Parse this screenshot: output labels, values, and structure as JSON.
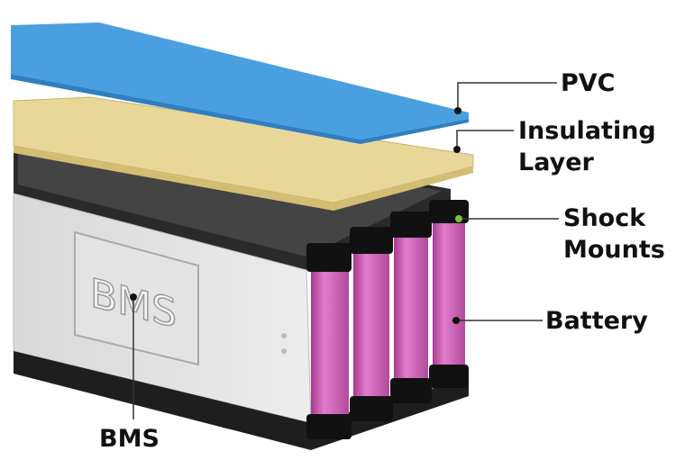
{
  "labels": {
    "pvc": "PVC",
    "insulating_line1": "Insulating",
    "insulating_line2": "Layer",
    "shock_line1": "Shock",
    "shock_line2": "Mounts",
    "battery": "Battery",
    "bms": "BMS"
  },
  "bms_board_text": "BMS",
  "colors": {
    "pvc": "#4a9fe0",
    "insulating": "#e9d79a",
    "battery": "#d060b8",
    "mounts": "#1a1a1a",
    "shock_dot": "#7cbf3a"
  }
}
